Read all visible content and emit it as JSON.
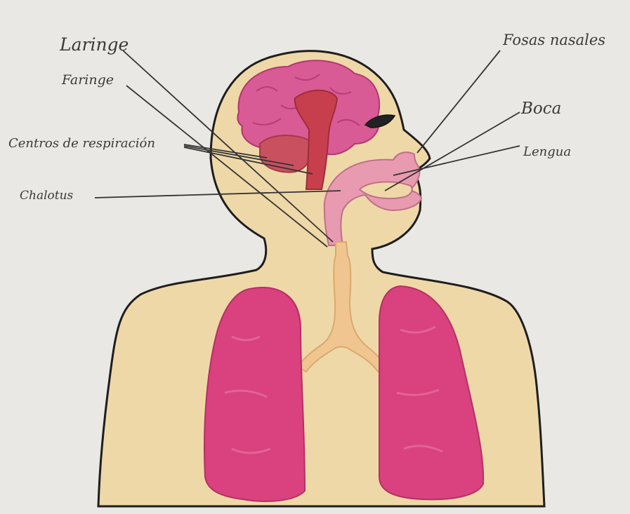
{
  "labels": {
    "laringe": "Laringe",
    "faringe": "Faringe",
    "centros": "Centros de respiración",
    "chalotus": "Chalotus",
    "fosas": "Fosas nasales",
    "boca": "Boca",
    "lengua": "Lengua"
  },
  "colors": {
    "paper": "#e9e8e4",
    "skin": "#efd8a8",
    "lung": "#d9427e",
    "brain": "#d85b96",
    "brainstem": "#c73f4d",
    "airway": "#e89ab0",
    "trachea": "#f0c590",
    "outline": "#1e1e1e"
  }
}
